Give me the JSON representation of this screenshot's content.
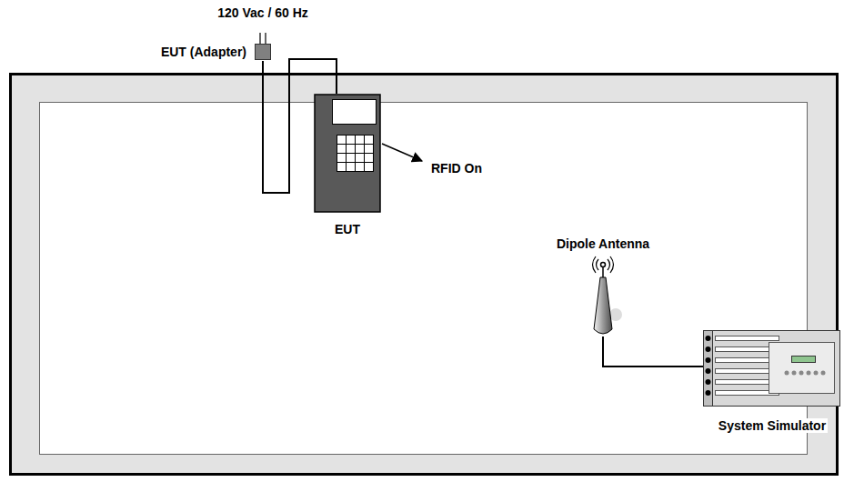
{
  "diagram": {
    "nodes": [
      {
        "text": [
          "EUT (Adapter)"
        ]
      },
      {
        "text": [
          "EUT"
        ]
      },
      {
        "text": [
          "Dipole Antenna"
        ]
      },
      {
        "text": [
          "System Simulator"
        ]
      }
    ],
    "edges": [
      {
        "from": 0,
        "to": 1,
        "arrow": "none"
      },
      {
        "from": 2,
        "to": 3,
        "arrow": "none"
      }
    ],
    "labels": [
      "120 Vac / 60 Hz",
      "RFID On"
    ]
  }
}
